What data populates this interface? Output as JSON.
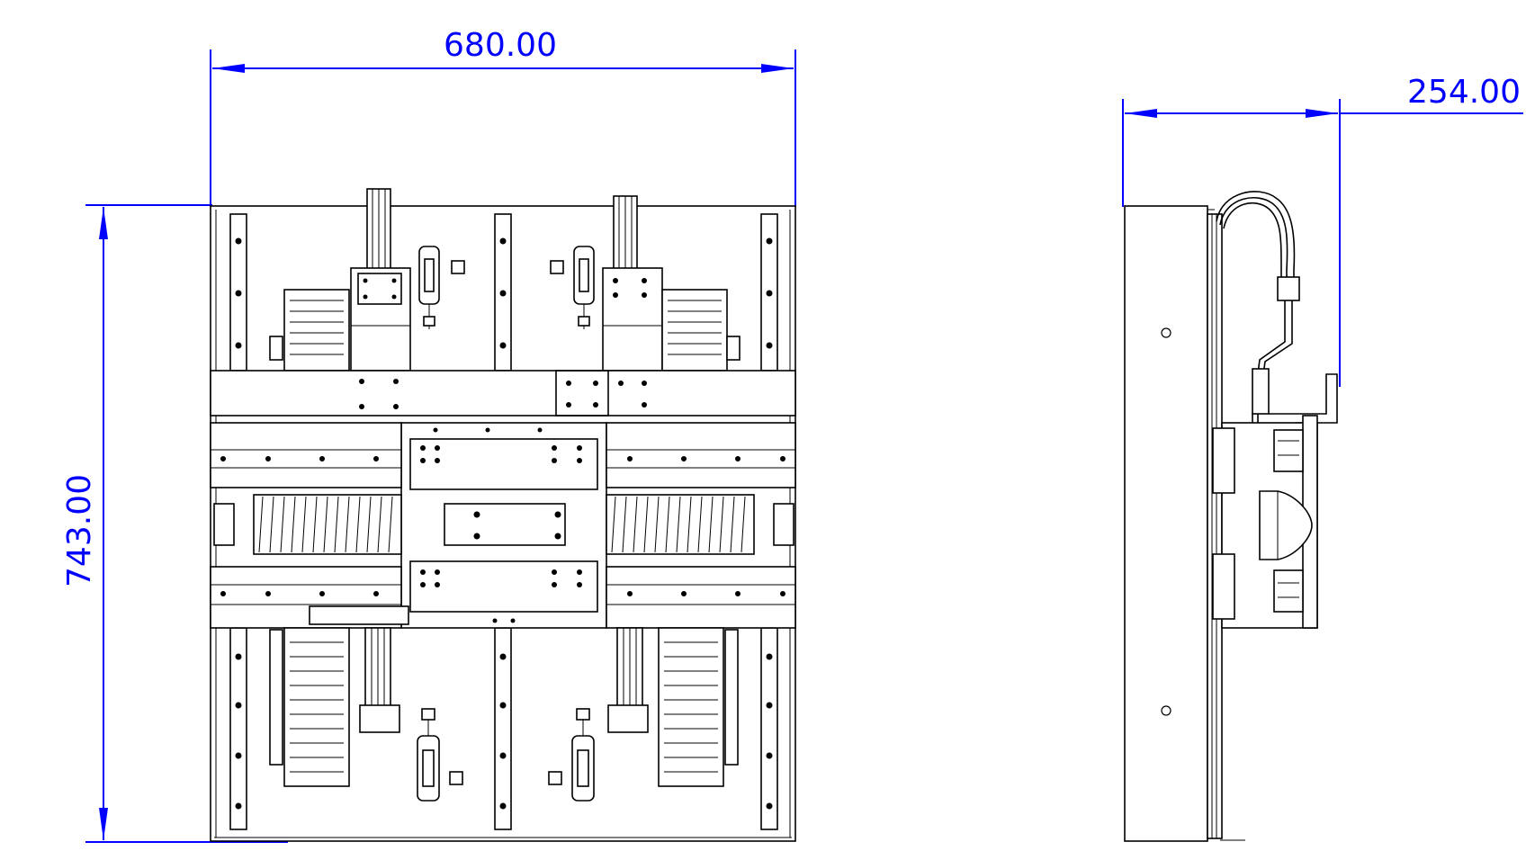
{
  "dimensions": {
    "width_label": "680.00",
    "height_label": "743.00",
    "depth_label": "254.00"
  },
  "colors": {
    "dimension": "#0000ff",
    "object": "#000000",
    "background": "#ffffff"
  }
}
